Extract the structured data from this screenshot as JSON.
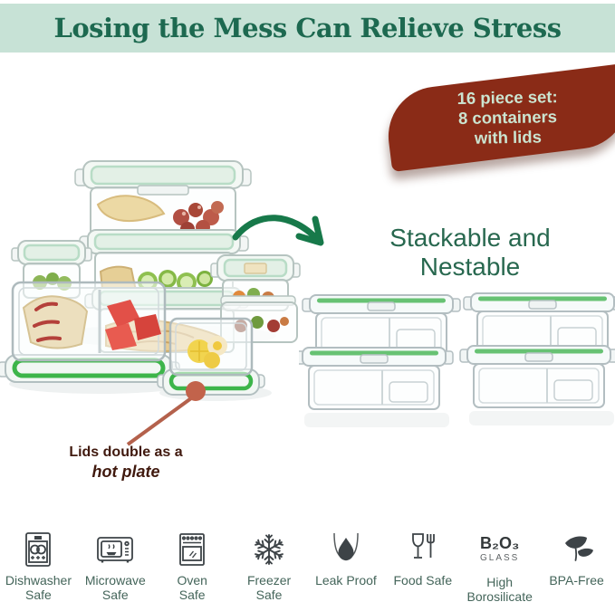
{
  "banner": {
    "title": "Losing the Mess Can Relieve Stress"
  },
  "badge": {
    "text": "16 piece set:\n8 containers\nwith lids"
  },
  "headline": {
    "stackable": "Stackable and\nNestable"
  },
  "callout": {
    "line1": "Lids double as a",
    "line2": "hot plate"
  },
  "features": [
    {
      "name": "dishwasher-safe",
      "icon": "dishwasher-icon",
      "label": "Dishwasher\nSafe"
    },
    {
      "name": "microwave-safe",
      "icon": "microwave-icon",
      "label": "Microwave\nSafe"
    },
    {
      "name": "oven-safe",
      "icon": "oven-icon",
      "label": "Oven\nSafe"
    },
    {
      "name": "freezer-safe",
      "icon": "snowflake-icon",
      "label": "Freezer\nSafe"
    },
    {
      "name": "leak-proof",
      "icon": "water-drop-icon",
      "label": "Leak Proof"
    },
    {
      "name": "food-safe",
      "icon": "glass-fork-icon",
      "label": "Food Safe"
    },
    {
      "name": "high-borosilicate",
      "icon": "borosilicate-icon",
      "label": "High\nBorosilicate",
      "icon_text": "B₂O₃",
      "icon_subtext": "GLASS"
    },
    {
      "name": "bpa-free",
      "icon": "leaf-icon",
      "label": "BPA-Free"
    }
  ],
  "colors": {
    "banner_bg": "#c7e2d6",
    "banner_text": "#1d6950",
    "badge_bg": "#8a2b17",
    "badge_text": "#cbe4d0",
    "heading_green": "#28684f",
    "arrow_green": "#17794a",
    "callout_text": "#40190e",
    "callout_line": "#b4614c",
    "callout_dot": "#c2634b",
    "label_green": "#44655a",
    "icon_charcoal": "#3d4347",
    "seal_green": "#3db54a",
    "gasket_green": "#67c273",
    "lid_mint": "#e3f0e6"
  }
}
